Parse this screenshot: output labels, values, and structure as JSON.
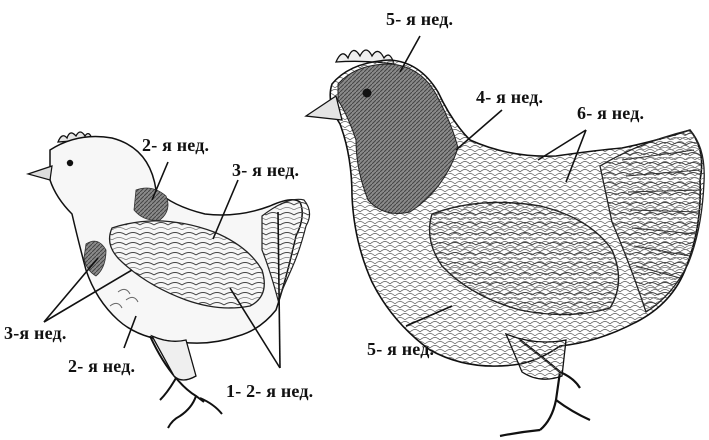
{
  "colors": {
    "ink": "#111111",
    "body_light": "#f7f7f7",
    "feather_gray": "#9a9a9a",
    "feather_dark": "#555555",
    "background": "#ffffff"
  },
  "labels": {
    "small_chick": {
      "neck": "2- я нед.",
      "back": "3- я нед.",
      "breast": "3-я нед.",
      "belly": "2- я нед.",
      "wing": "1- 2- я нед."
    },
    "large_chick": {
      "head": "5- я нед.",
      "neck": "4- я нед.",
      "back": "6- я нед.",
      "wing": "5- я нед."
    }
  }
}
